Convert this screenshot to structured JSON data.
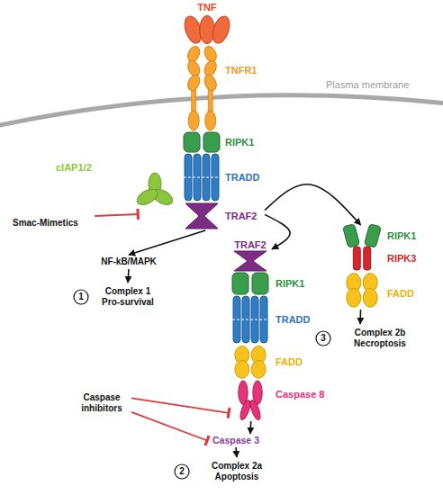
{
  "diagram": {
    "nodes": [
      {
        "text": [
          "TNF"
        ]
      },
      {
        "text": [
          "TNFR1"
        ]
      },
      {
        "text": [
          "RIPK1"
        ]
      },
      {
        "text": [
          "TRADD"
        ]
      },
      {
        "text": [
          "TRAF2"
        ]
      },
      {
        "text": [
          "cIAP1/2"
        ]
      },
      {
        "text": [
          "Smac-Mimetics"
        ]
      },
      {
        "text": [
          "NF-kB/MAPK"
        ]
      },
      {
        "text": [
          "1",
          "Complex 1 Pro-survival"
        ]
      },
      {
        "text": [
          "TRAF2"
        ]
      },
      {
        "text": [
          "RIPK1"
        ]
      },
      {
        "text": [
          "TRADD"
        ]
      },
      {
        "text": [
          "FADD"
        ]
      },
      {
        "text": [
          "Caspase 8"
        ]
      },
      {
        "text": [
          "Caspase inhibitors"
        ]
      },
      {
        "text": [
          "Caspase 3"
        ]
      },
      {
        "text": [
          "2",
          "Complex 2a Apoptosis"
        ]
      },
      {
        "text": [
          "RIPK1"
        ]
      },
      {
        "text": [
          "RIPK3"
        ]
      },
      {
        "text": [
          "FADD"
        ]
      },
      {
        "text": [
          "3",
          "Complex 2b Necroptosis"
        ]
      }
    ],
    "edges": [
      {
        "from": 6,
        "to": 5,
        "arrow": "to"
      },
      {
        "from": 4,
        "to": 7,
        "arrow": "to"
      },
      {
        "from": 7,
        "to": 8,
        "arrow": "to"
      },
      {
        "from": 4,
        "to": 9,
        "arrow": "to"
      },
      {
        "from": 4,
        "to": 17,
        "arrow": "to"
      },
      {
        "from": 14,
        "to": 13,
        "arrow": "to"
      },
      {
        "from": 14,
        "to": 15,
        "arrow": "to"
      },
      {
        "from": 13,
        "to": 15,
        "arrow": "to"
      },
      {
        "from": 15,
        "to": 16,
        "arrow": "to"
      },
      {
        "from": 19,
        "to": 20,
        "arrow": "to"
      }
    ],
    "labels": [
      "Plasma membrane"
    ]
  }
}
